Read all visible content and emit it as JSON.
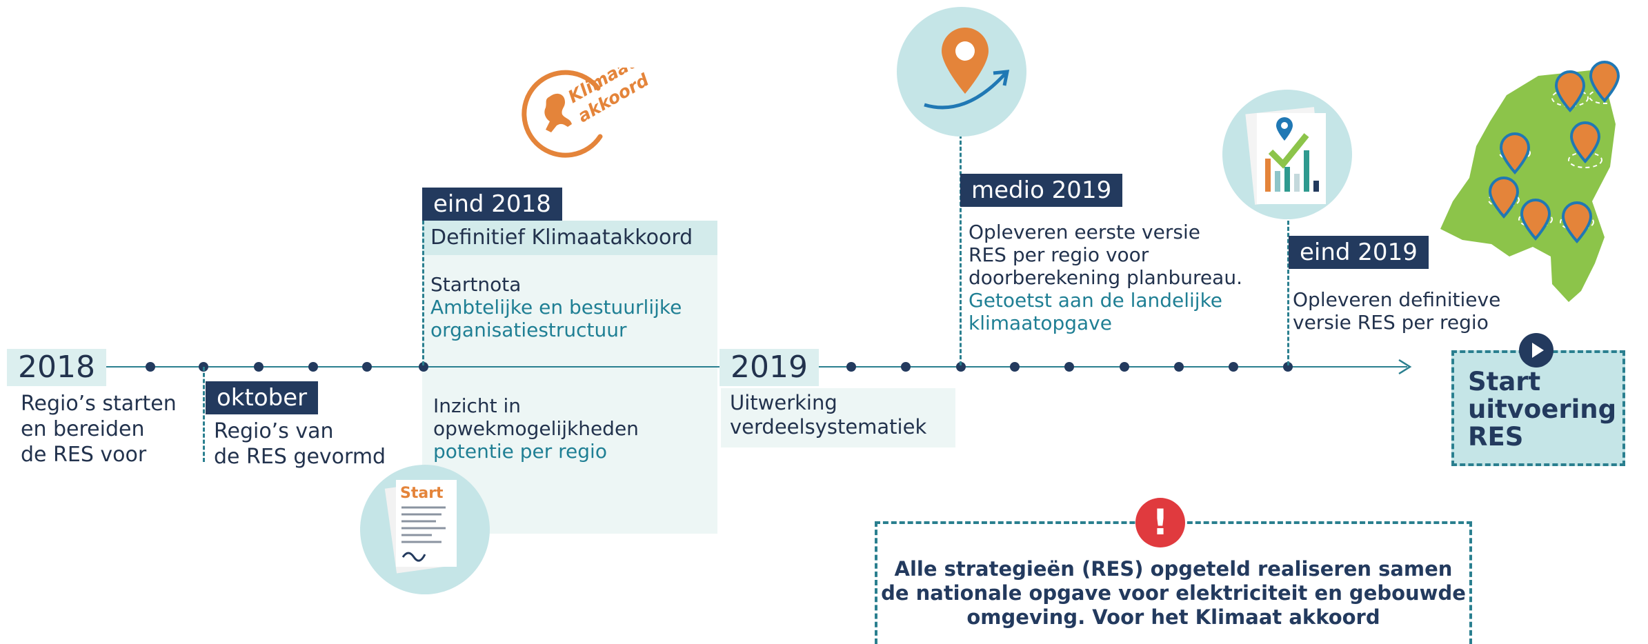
{
  "colors": {
    "navy": "#233a5e",
    "teal": "#1f7f94",
    "light_teal": "#c5e5e7",
    "panel": "#edf6f5",
    "orange": "#e4843a",
    "green": "#8cc44a",
    "red": "#e03a3e"
  },
  "timeline": {
    "y2018": {
      "year": "2018",
      "text": [
        "Regio’s starten",
        "en bereiden",
        "de RES voor"
      ]
    },
    "oktober": {
      "label": "oktober",
      "text": [
        "Regio’s van",
        "de RES gevormd"
      ]
    },
    "eind2018": {
      "label": "eind 2018",
      "subtitle": "Definitief Klimaatakkoord",
      "startnota": "Startnota",
      "startnota_teal": [
        "Ambtelijke en bestuurlijke",
        "organisatiestructuur"
      ],
      "inzicht": [
        "Inzicht in",
        "opwekmogelijkheden"
      ],
      "inzicht_teal": "potentie per regio"
    },
    "y2019": {
      "year": "2019",
      "text": [
        "Uitwerking",
        "verdeelsystematiek"
      ]
    },
    "medio2019": {
      "label": "medio 2019",
      "text": [
        "Opleveren eerste versie",
        "RES per regio voor",
        "doorberekening planbureau."
      ],
      "text_teal": [
        "Getoetst aan de landelijke",
        "klimaatopgave"
      ]
    },
    "eind2019": {
      "label": "eind 2019",
      "text": [
        "Opleveren definitieve",
        "versie RES per regio"
      ]
    },
    "start_box": [
      "Start",
      "uitvoering",
      "RES"
    ]
  },
  "logo": {
    "line1": "Klimaat-",
    "line2": "akkoord"
  },
  "start_doc_label": "Start",
  "notice": {
    "icon": "!",
    "lines": [
      "Alle strategieën (RES) opgeteld realiseren samen",
      "de nationale opgave voor elektriciteit en gebouwde",
      "omgeving. Voor het Klimaat akkoord"
    ]
  },
  "icons": [
    "klimaatakkoord-logo-icon",
    "location-pin-arrow-icon",
    "report-chart-icon",
    "netherlands-map-icon",
    "start-document-icon",
    "play-icon",
    "exclamation-icon"
  ]
}
